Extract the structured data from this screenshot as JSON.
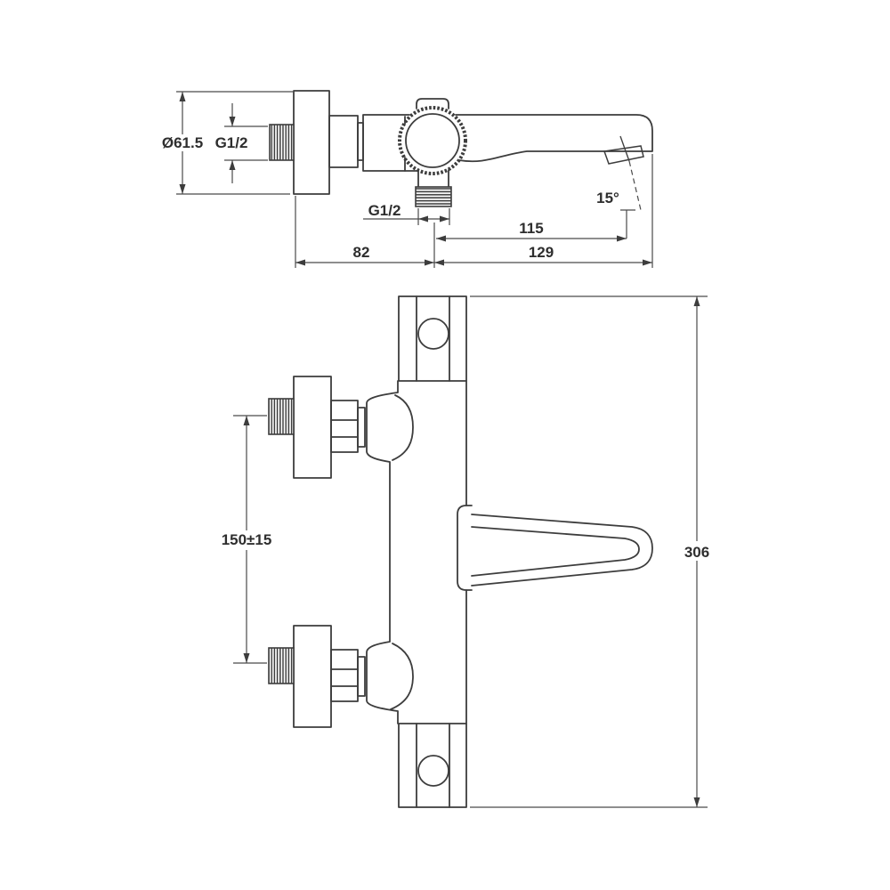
{
  "page": {
    "background_color": "#ffffff",
    "line_color": "#3d3d3d"
  },
  "views": {
    "top_view": {
      "name": "top plan view of wall-mounted bath shower mixer tap",
      "dimensions": {
        "escutcheon_diameter": "Ø61.5",
        "inlet_thread": "G1/2",
        "outlet_thread": "G1/2",
        "spout_tip_angle": "15°",
        "outlet_to_spout_tip": "115",
        "outlet_to_body_end": "129",
        "wall_to_outlet": "82"
      }
    },
    "front_view": {
      "name": "front elevation view of wall-mounted bath shower mixer tap",
      "dimensions": {
        "inlet_centres_spacing": "150±15",
        "overall_height": "306"
      }
    }
  }
}
